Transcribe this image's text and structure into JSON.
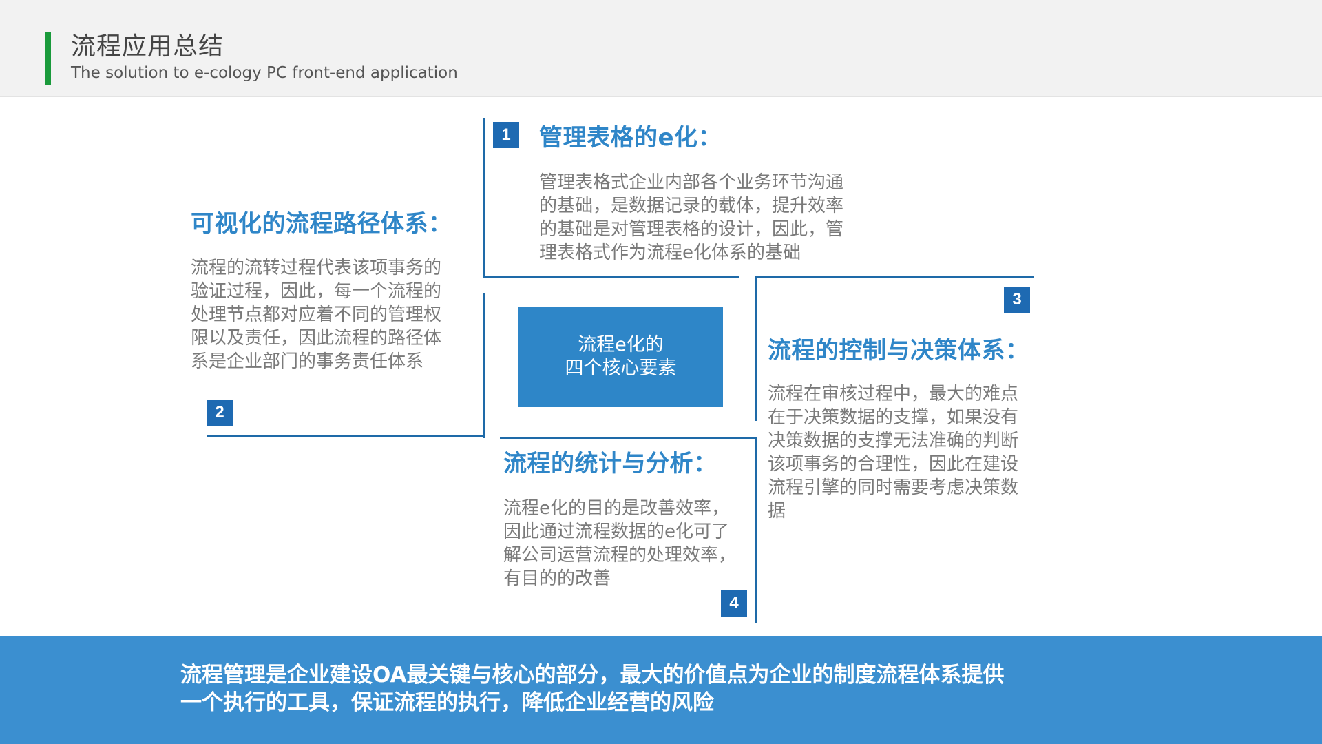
{
  "header": {
    "title": "流程应用总结",
    "subtitle": "The solution to e-cology PC front-end application"
  },
  "center_box": {
    "line1": "流程e化的",
    "line2": "四个核心要素"
  },
  "sections": [
    {
      "number": "1",
      "title": "管理表格的e化：",
      "body_lines": [
        "管理表格式企业内部各个业务环节沟通",
        "的基础，是数据记录的载体，提升效率",
        "的基础是对管理表格的设计，因此，管",
        "理表格式作为流程e化体系的基础"
      ]
    },
    {
      "number": "2",
      "title": "可视化的流程路径体系：",
      "body_lines": [
        "流程的流转过程代表该项事务的",
        "验证过程，因此，每一个流程的",
        "处理节点都对应着不同的管理权",
        "限以及责任，因此流程的路径体",
        "系是企业部门的事务责任体系"
      ]
    },
    {
      "number": "3",
      "title": "流程的控制与决策体系：",
      "body_lines": [
        "流程在审核过程中，最大的难点",
        "在于决策数据的支撑，如果没有",
        "决策数据的支撑无法准确的判断",
        "该项事务的合理性，因此在建设",
        "流程引擎的同时需要考虑决策数",
        "据"
      ]
    },
    {
      "number": "4",
      "title": "流程的统计与分析：",
      "body_lines": [
        "流程e化的目的是改善效率，",
        "因此通过流程数据的e化可了",
        "解公司运营流程的处理效率，",
        "有目的的改善"
      ]
    }
  ],
  "footer": {
    "line1": "流程管理是企业建设OA最关键与核心的部分，最大的价值点为企业的制度流程体系提供",
    "line2": "一个执行的工具，保证流程的执行，降低企业经营的风险"
  },
  "colors": {
    "accent_green": "#1a9a3b",
    "accent_blue": "#2e86c8",
    "badge_blue": "#1e6ab2",
    "footer_blue": "#3b8fd0"
  }
}
